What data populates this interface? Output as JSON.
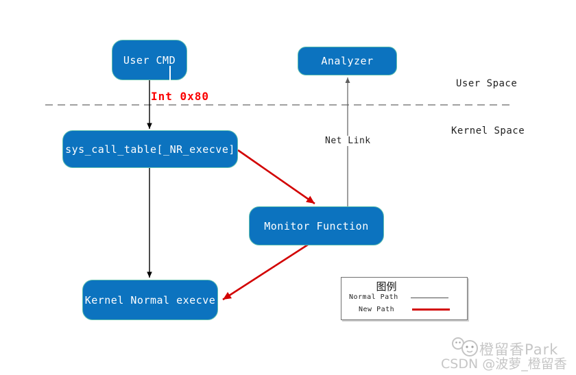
{
  "diagram": {
    "nodes": [
      {
        "label": "User CMD"
      },
      {
        "label": "Analyzer"
      },
      {
        "label": "sys_call_table[_NR_execve]"
      },
      {
        "label": "Monitor Function"
      },
      {
        "label": "Kernel Normal execve"
      }
    ],
    "labels": {
      "interrupt": "Int 0x80",
      "user_space": "User Space",
      "kernel_space": "Kernel Space",
      "net_link": "Net Link"
    },
    "colors": {
      "node_fill": "#0c73bf",
      "node_border": "#5ebfae",
      "node_text": "#ffffff",
      "normal_path": "#000000",
      "new_path": "#d20000",
      "interrupt_text": "#fa0000",
      "boundary_dash": "#808080",
      "netlink_line": "#5f5f5f"
    }
  },
  "legend": {
    "title": "图例",
    "items": [
      {
        "label": "Normal Path",
        "color": "#4d4d4d",
        "style": "thin"
      },
      {
        "label": "New Path",
        "color": "#d20000",
        "style": "thick"
      }
    ]
  },
  "watermark": {
    "icon": "doodle-face-icon",
    "line1": "橙留香Park",
    "line2": "CSDN @波萝_橙留香"
  }
}
